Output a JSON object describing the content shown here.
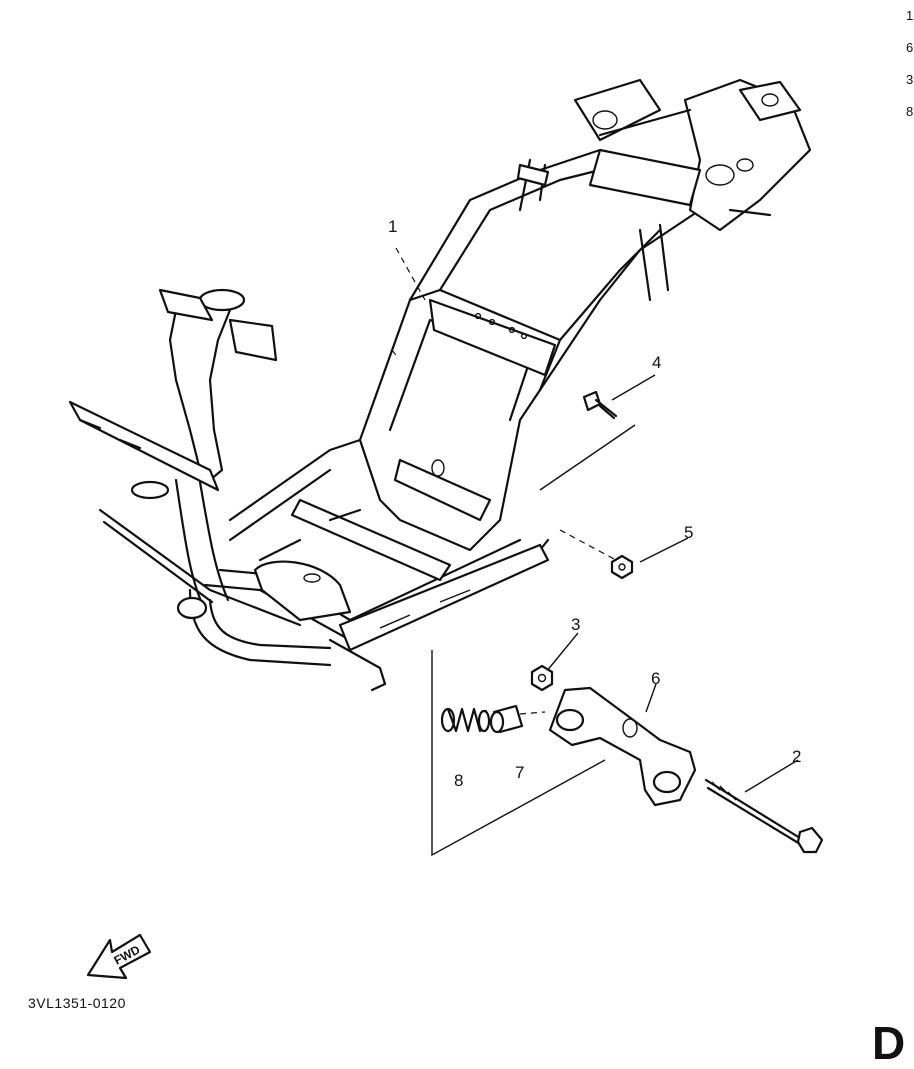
{
  "callouts": [
    "1",
    "2",
    "3",
    "4",
    "5",
    "6",
    "7",
    "8"
  ],
  "fwd_label": "FWD",
  "part_code": "3VL1351-0120",
  "margin_chars": [
    "1",
    "6",
    "3",
    "8"
  ],
  "corner_glyph": "D"
}
